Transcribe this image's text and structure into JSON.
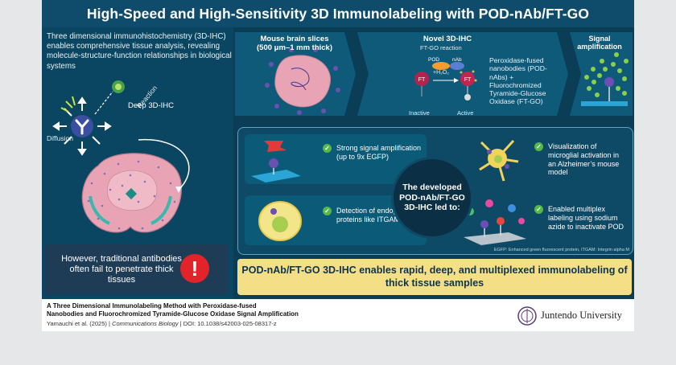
{
  "title": "High-Speed and High-Sensitivity 3D Immunolabeling with POD-nAb/FT-GO",
  "intro": "Three dimensional immunohistochemistry (3D-IHC) enables comprehensive tissue analysis, revealing molecule-structure-function relationships in biological systems",
  "left_labels": {
    "reaction": "Reaction",
    "diffusion": "Diffusion",
    "deep": "Deep 3D-IHC"
  },
  "warning": {
    "text": "However, traditional antibodies often fail to penetrate thick tissues",
    "icon": "!"
  },
  "steps": [
    {
      "title": "Mouse brain slices",
      "subtitle": "(500 μm–1 mm thick)"
    },
    {
      "title": "Novel 3D-IHC",
      "subtitle": "FT-GO reaction"
    },
    {
      "title": "Signal amplification",
      "subtitle": ""
    }
  ],
  "reaction": {
    "pod": "POD",
    "nab": "nAb",
    "h2o2": "+H₂O₂",
    "ft": "FT",
    "inactive": "Inactive",
    "active": "Active",
    "description": "Peroxidase-fused nanobodies (POD-nAbs) + Fluorochromized Tyramide-Glucose Oxidase (FT-GO)"
  },
  "center_text": "The developed POD-nAb/FT-GO 3D-IHC led to:",
  "results": [
    {
      "text": "Strong signal amplification (up to 9x EGFP)"
    },
    {
      "text": "Detection of endogenous proteins like ITGAM"
    },
    {
      "text": "Visualization of microglial activation in an Alzheimer’s mouse model"
    },
    {
      "text": "Enabled multiplex labeling using sodium azide to inactivate POD"
    }
  ],
  "footnote": "EGFP: Enhanced green fluorescent protein, ITGAM: Integrin alpha M",
  "banner": "POD-nAb/FT-GO 3D-IHC enables rapid, deep, and multiplexed immunolabeling of thick tissue samples",
  "reference": {
    "line1": "A Three Dimensional Immunolabeling Method with Peroxidase-fused",
    "line2": "Nanobodies and Fluorochromized Tyramide-Glucose Oxidase Signal Amplification",
    "authors": "Yamauchi et al. (2025)",
    "journal": "Communications Biology",
    "doi": "DOI: 10.1038/s42003-025-08317-z"
  },
  "university": "Juntendo University",
  "colors": {
    "background": "#0b3d56",
    "accent": "#f5df86",
    "check": "#55b848",
    "alert": "#e2242a",
    "tissue": "#e8a3b4",
    "antibody": "#6b4fb3"
  }
}
